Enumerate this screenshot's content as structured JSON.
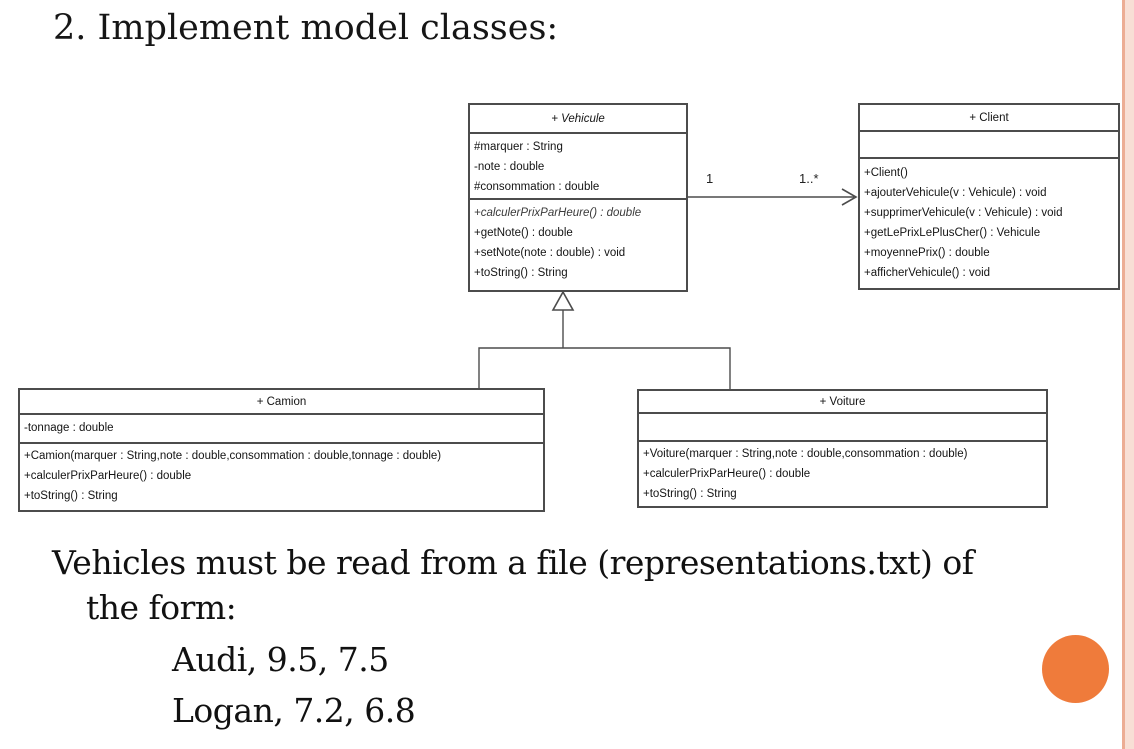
{
  "page": {
    "title": "2. Implement model classes:"
  },
  "diagram": {
    "classes": {
      "vehicule": {
        "title": "+ Vehicule",
        "attributes": [
          "#marquer : String",
          "-note : double",
          "#consommation : double"
        ],
        "methods": [
          "+calculerPrixParHeure() : double",
          "+getNote() : double",
          "+setNote(note : double) : void",
          "+toString() : String"
        ]
      },
      "client": {
        "title": "+ Client",
        "attributes": [],
        "methods": [
          "+Client()",
          "+ajouterVehicule(v : Vehicule) : void",
          "+supprimerVehicule(v : Vehicule) : void",
          "+getLePrixLePlusCher() : Vehicule",
          "+moyennePrix() : double",
          "+afficherVehicule() : void"
        ]
      },
      "camion": {
        "title": "+ Camion",
        "attributes": [
          "-tonnage : double"
        ],
        "methods": [
          "+Camion(marquer : String,note : double,consommation : double,tonnage : double)",
          "+calculerPrixParHeure() : double",
          "+toString() : String"
        ]
      },
      "voiture": {
        "title": "+ Voiture",
        "attributes": [],
        "methods": [
          "+Voiture(marquer : String,note : double,consommation : double)",
          "+calculerPrixParHeure() : double",
          "+toString() : String"
        ]
      }
    },
    "association": {
      "source_multiplicity": "1",
      "target_multiplicity": "1..*"
    }
  },
  "body": {
    "line1": "Vehicles must be read from a file (representations.txt) of",
    "line2": "the form:",
    "file_lines": [
      "Audi, 9.5, 7.5",
      "Logan, 7.2, 6.8"
    ]
  },
  "colors": {
    "accent_orange": "#EF7B3B",
    "strip_fill": "#F8DFD5",
    "strip_line": "#ECAD94",
    "line_gray": "#4c4c4c"
  }
}
